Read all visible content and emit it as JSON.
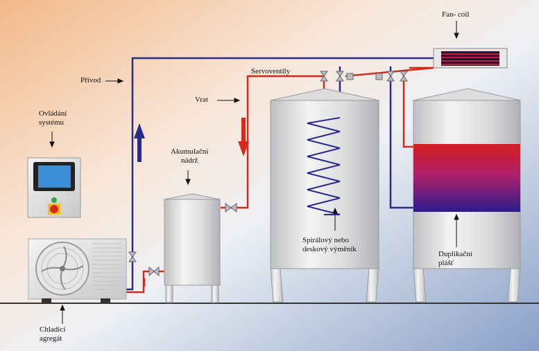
{
  "labels": {
    "fan_coil": "Fan- coil",
    "servoventily": "Servoventily",
    "privod": "Přívod",
    "vrat": "Vrat",
    "ovladani_line1": "Ovládání",
    "ovladani_line2": "systému",
    "akumulacni_line1": "Akumulační",
    "akumulacni_line2": "nádrž",
    "spiral_line1": "Spirálový nebo",
    "spiral_line2": "deskový výměník",
    "duplikacni_line1": "Duplikační",
    "duplikacni_line2": "plášť",
    "chladici_line1": "Chladicí",
    "chladici_line2": "agregát"
  },
  "colors": {
    "supply_pipe": "#2a2a8a",
    "return_pipe": "#d42a1e",
    "background_warm": "#f4c79a",
    "background_cool": "#8ea4cc",
    "tank_body": "#d9dadc",
    "screen": "#3a8fd6"
  },
  "icons": {
    "valve": "bowtie-valve-icon",
    "arrow_up": "flow-up-arrow-icon",
    "arrow_down": "flow-down-arrow-icon"
  }
}
